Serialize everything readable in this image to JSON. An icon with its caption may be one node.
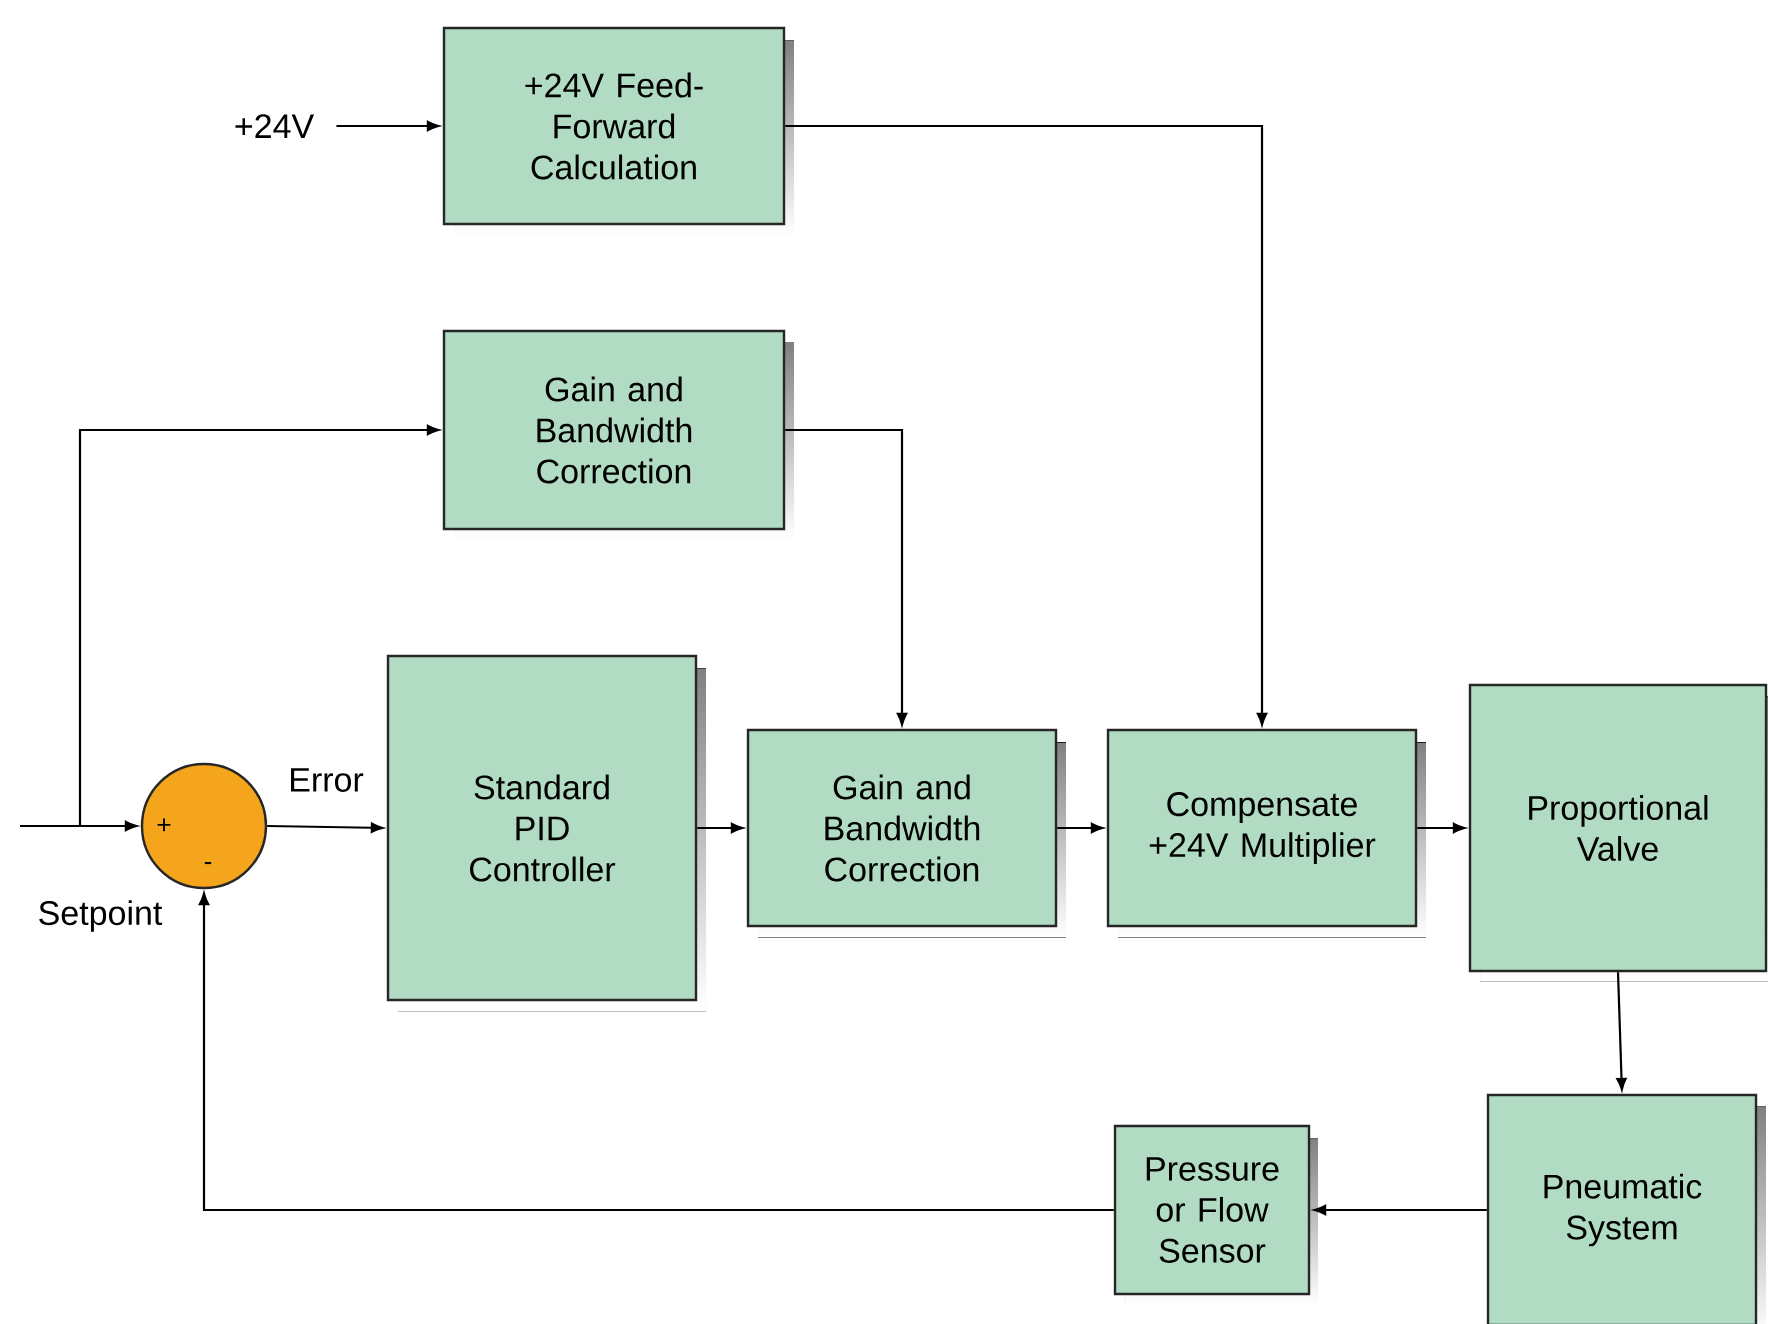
{
  "diagram": {
    "nodes": [
      {
        "text": [
          "+24V"
        ]
      },
      {
        "text": [
          "+24V Feed-Forward Calculation"
        ]
      },
      {
        "text": [
          "Gain and Bandwidth Correction"
        ]
      },
      {
        "text": [
          "+",
          "-"
        ]
      },
      {
        "text": [
          "Standard PID Controller"
        ]
      },
      {
        "text": [
          "Gain and Bandwidth Correction"
        ]
      },
      {
        "text": [
          "Compensate +24V Multiplier"
        ]
      },
      {
        "text": [
          "Proportional Valve"
        ]
      },
      {
        "text": [
          "Pneumatic System"
        ]
      },
      {
        "text": [
          "Pressure or Flow Sensor"
        ]
      }
    ],
    "edges": [
      {
        "from": 0,
        "to": 1,
        "arrow": "to"
      },
      {
        "from": 1,
        "to": 6,
        "arrow": "to"
      },
      {
        "from": null,
        "to": 3,
        "arrow": "to",
        "label": "Setpoint"
      },
      {
        "from": null,
        "to": 2,
        "arrow": "to"
      },
      {
        "from": 2,
        "to": 5,
        "arrow": "to"
      },
      {
        "from": 3,
        "to": 4,
        "arrow": "to",
        "label": "Error"
      },
      {
        "from": 4,
        "to": 5,
        "arrow": "to"
      },
      {
        "from": 5,
        "to": 6,
        "arrow": "to"
      },
      {
        "from": 6,
        "to": 7,
        "arrow": "to"
      },
      {
        "from": 7,
        "to": 8,
        "arrow": "to"
      },
      {
        "from": 8,
        "to": 9,
        "arrow": "to"
      },
      {
        "from": 9,
        "to": 3,
        "arrow": "to"
      }
    ]
  }
}
